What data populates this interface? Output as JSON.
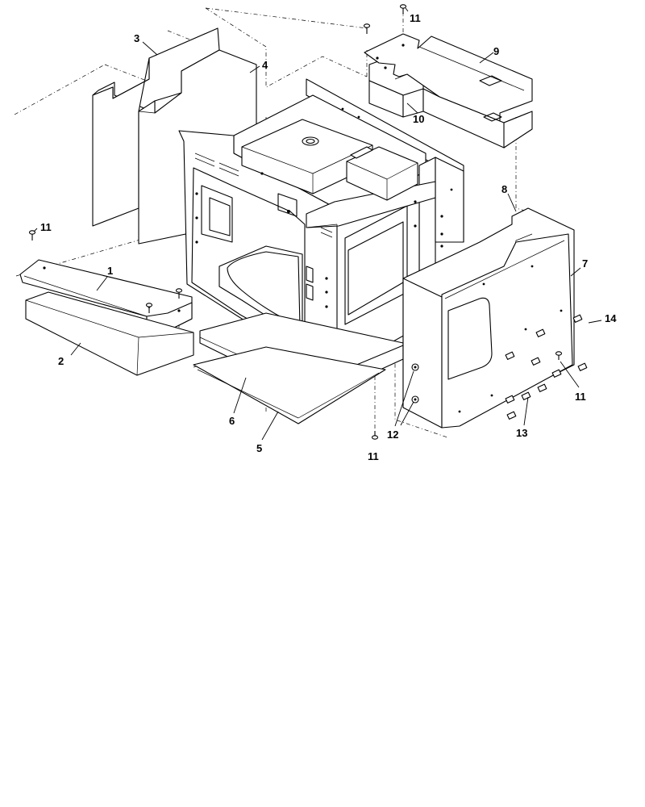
{
  "callouts": [
    {
      "id": "c1",
      "text": "1"
    },
    {
      "id": "c2",
      "text": "2"
    },
    {
      "id": "c3",
      "text": "3"
    },
    {
      "id": "c4",
      "text": "4"
    },
    {
      "id": "c5",
      "text": "5"
    },
    {
      "id": "c6",
      "text": "6"
    },
    {
      "id": "c7",
      "text": "7"
    },
    {
      "id": "c8",
      "text": "8"
    },
    {
      "id": "c9",
      "text": "9"
    },
    {
      "id": "c10",
      "text": "10"
    },
    {
      "id": "c11a",
      "text": "11"
    },
    {
      "id": "c11b",
      "text": "11"
    },
    {
      "id": "c11c",
      "text": "11"
    },
    {
      "id": "c11d",
      "text": "11"
    },
    {
      "id": "c12",
      "text": "12"
    },
    {
      "id": "c13",
      "text": "13"
    },
    {
      "id": "c14",
      "text": "14"
    }
  ]
}
